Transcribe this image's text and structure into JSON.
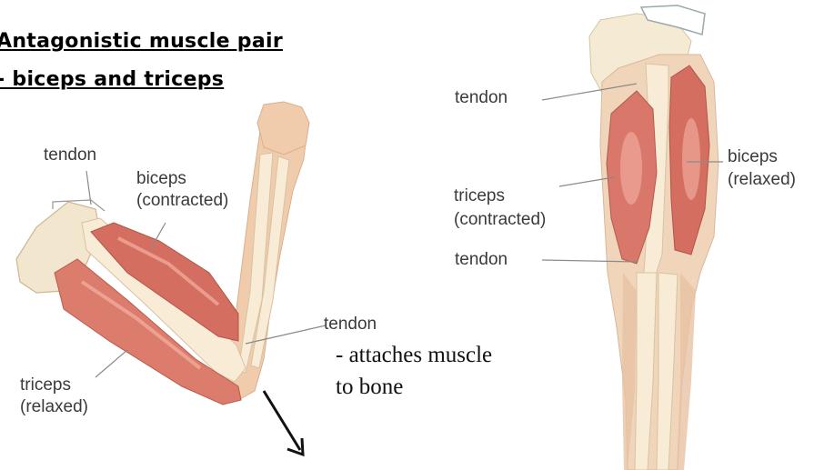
{
  "title": {
    "line1": "Antagonistic muscle pair",
    "line2": "- biceps and triceps"
  },
  "left_diagram": {
    "tendon_top": "tendon",
    "biceps_line1": "biceps",
    "biceps_line2": "(contracted)",
    "tendon_elbow": "tendon",
    "triceps_line1": "triceps",
    "triceps_line2": "(relaxed)"
  },
  "right_diagram": {
    "tendon_top": "tendon",
    "triceps_line1": "triceps",
    "triceps_line2": "(contracted)",
    "tendon_bottom": "tendon",
    "biceps_line1": "biceps",
    "biceps_line2": "(relaxed)"
  },
  "annotation": {
    "line1": "- attaches muscle",
    "line2": "to bone"
  },
  "colors": {
    "bone": "#f3e6cf",
    "skin": "#f0c9a8",
    "muscle": "#d9776a",
    "muscle_light": "#f0b0a0",
    "label_line": "#8a8a8a",
    "arrow": "#111111"
  }
}
